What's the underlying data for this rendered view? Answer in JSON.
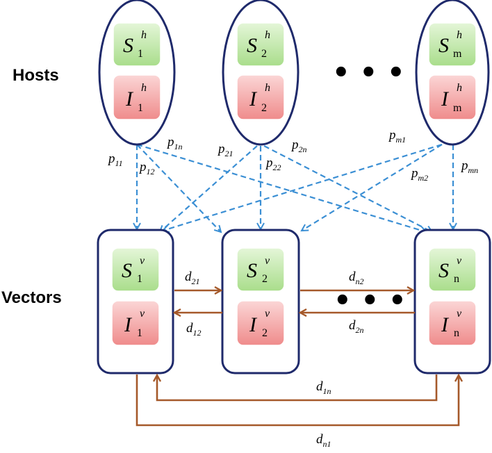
{
  "labels": {
    "hosts": "Hosts",
    "vectors": "Vectors",
    "ellipsis": "• • •"
  },
  "colors": {
    "host_border": "#1f2a6b",
    "vector_border": "#1f2a6b",
    "s_fill": "#bfe6a6",
    "i_fill": "#f4a3a3",
    "dashed": "#3b8fd4",
    "solid": "#a5592a"
  },
  "hosts": [
    {
      "s_main": "S",
      "s_sup": "h",
      "s_sub": "1",
      "i_main": "I",
      "i_sup": "h",
      "i_sub": "1"
    },
    {
      "s_main": "S",
      "s_sup": "h",
      "s_sub": "2",
      "i_main": "I",
      "i_sup": "h",
      "i_sub": "2"
    },
    {
      "s_main": "S",
      "s_sup": "h",
      "s_sub": "m",
      "i_main": "I",
      "i_sup": "h",
      "i_sub": "m"
    }
  ],
  "vectors": [
    {
      "s_main": "S",
      "s_sup": "v",
      "s_sub": "1",
      "i_main": "I",
      "i_sup": "v",
      "i_sub": "1"
    },
    {
      "s_main": "S",
      "s_sup": "v",
      "s_sub": "2",
      "i_main": "I",
      "i_sup": "v",
      "i_sub": "2"
    },
    {
      "s_main": "S",
      "s_sup": "v",
      "s_sub": "n",
      "i_main": "I",
      "i_sup": "v",
      "i_sub": "n"
    }
  ],
  "p_labels": {
    "p11": {
      "main": "p",
      "sub": "11"
    },
    "p12": {
      "main": "p",
      "sub": "12"
    },
    "p1n": {
      "main": "p",
      "sub": "1n"
    },
    "p21": {
      "main": "p",
      "sub": "21"
    },
    "p22": {
      "main": "p",
      "sub": "22"
    },
    "p2n": {
      "main": "p",
      "sub": "2n"
    },
    "pm1": {
      "main": "p",
      "sub": "m1"
    },
    "pm2": {
      "main": "p",
      "sub": "m2"
    },
    "pmn": {
      "main": "p",
      "sub": "mn"
    }
  },
  "d_labels": {
    "d21": {
      "main": "d",
      "sub": "21"
    },
    "d12": {
      "main": "d",
      "sub": "12"
    },
    "dn2": {
      "main": "d",
      "sub": "n2"
    },
    "d2n": {
      "main": "d",
      "sub": "2n"
    },
    "d1n": {
      "main": "d",
      "sub": "1n"
    },
    "dn1": {
      "main": "d",
      "sub": "n1"
    }
  }
}
